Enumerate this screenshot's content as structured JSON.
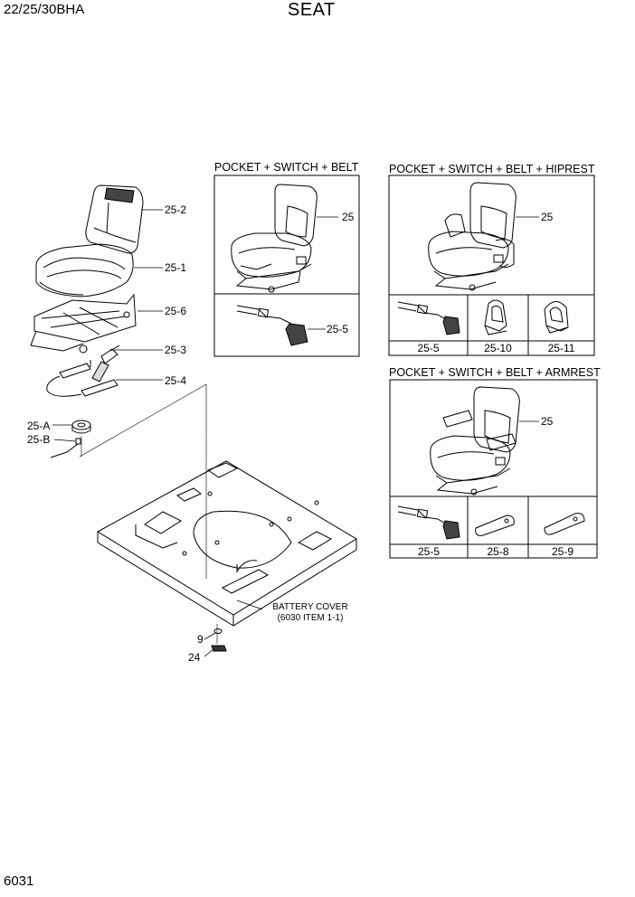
{
  "header": {
    "model": "22/25/30BHA",
    "title": "SEAT"
  },
  "footer": {
    "page_number": "6031"
  },
  "main_assembly": {
    "callouts": [
      "25-2",
      "25-1",
      "25-6",
      "25-3",
      "25-4",
      "25-A",
      "25-B"
    ]
  },
  "battery_cover": {
    "label_line1": "BATTERY COVER",
    "label_line2": "(6030 ITEM 1-1)",
    "callouts": [
      "9",
      "24"
    ]
  },
  "option_boxes": [
    {
      "title": "POCKET + SWITCH + BELT",
      "seat_callout": "25",
      "parts": [
        "25-5"
      ]
    },
    {
      "title": "POCKET + SWITCH + BELT + HIPREST",
      "seat_callout": "25",
      "parts": [
        "25-5",
        "25-10",
        "25-11"
      ]
    },
    {
      "title": "POCKET + SWITCH + BELT + ARMREST",
      "seat_callout": "25",
      "parts": [
        "25-5",
        "25-8",
        "25-9"
      ]
    }
  ]
}
